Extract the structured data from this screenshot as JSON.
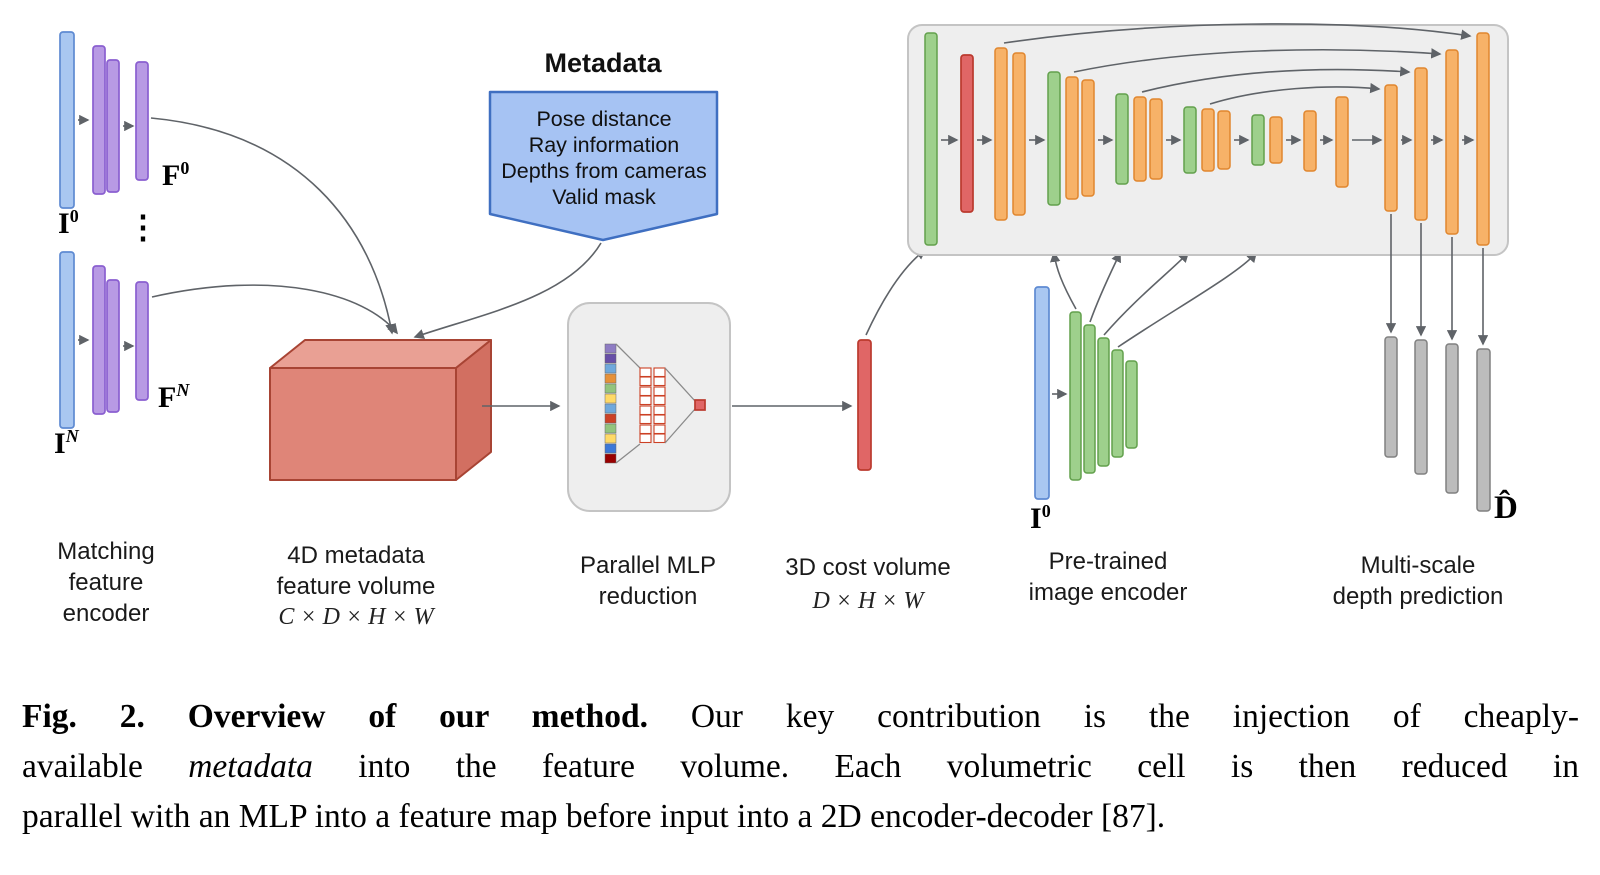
{
  "figure": {
    "metadata_panel": {
      "title": "Metadata",
      "items": [
        "Pose distance",
        "Ray information",
        "Depths from cameras",
        "Valid mask"
      ]
    },
    "labels": {
      "matching_encoder": "Matching\nfeature\nencoder",
      "feature_volume": "4D metadata\nfeature volume",
      "feature_volume_dims": "C × D × H × W",
      "mlp_reduction": "Parallel MLP\nreduction",
      "cost_volume": "3D cost volume",
      "cost_volume_dims": "D × H × W",
      "pretrained_encoder": "Pre-trained\nimage encoder",
      "depth_prediction": "Multi-scale\ndepth prediction"
    },
    "math": {
      "i0": {
        "base": "I",
        "sup": "0"
      },
      "iN": {
        "base": "I",
        "sup": "N"
      },
      "f0": {
        "base": "F",
        "sup": "0"
      },
      "fN": {
        "base": "F",
        "sup": "N"
      },
      "enc_i0": {
        "base": "I",
        "sup": "0"
      },
      "d_hat": "D̂",
      "dots": "⋮"
    }
  },
  "caption": {
    "line1_bold": "Fig. 2. Overview of our method.",
    "line1_rest": " Our key contribution is the injection of cheaply-",
    "line2_pre": "available ",
    "line2_italic": "metadata",
    "line2_rest": " into the feature volume. Each volumetric cell is then reduced in",
    "line3": "parallel with an MLP into a feature map before input into a 2D encoder-decoder [87]."
  },
  "colors": {
    "blue": "#a9c7f1",
    "blue_border": "#5e8ad2",
    "purple": "#b89ae4",
    "purple_border": "#8a5fd0",
    "red": "#e06666",
    "red_border": "#bb3a2e",
    "box_front": "#df8578",
    "box_top": "#e9a094",
    "box_side": "#d26f61",
    "box_border": "#a84434",
    "green": "#9ed08c",
    "green_border": "#62a04c",
    "orange": "#f7b268",
    "orange_border": "#e0862e",
    "grey": "#bcbcbc",
    "grey_border": "#808080",
    "panel": "#eeeeee",
    "panel_border": "#c4c4c4",
    "banner": "#a6c3f3",
    "banner_border": "#3f6fc1",
    "arrow": "#5f6368",
    "text": "#1a1a1a"
  }
}
